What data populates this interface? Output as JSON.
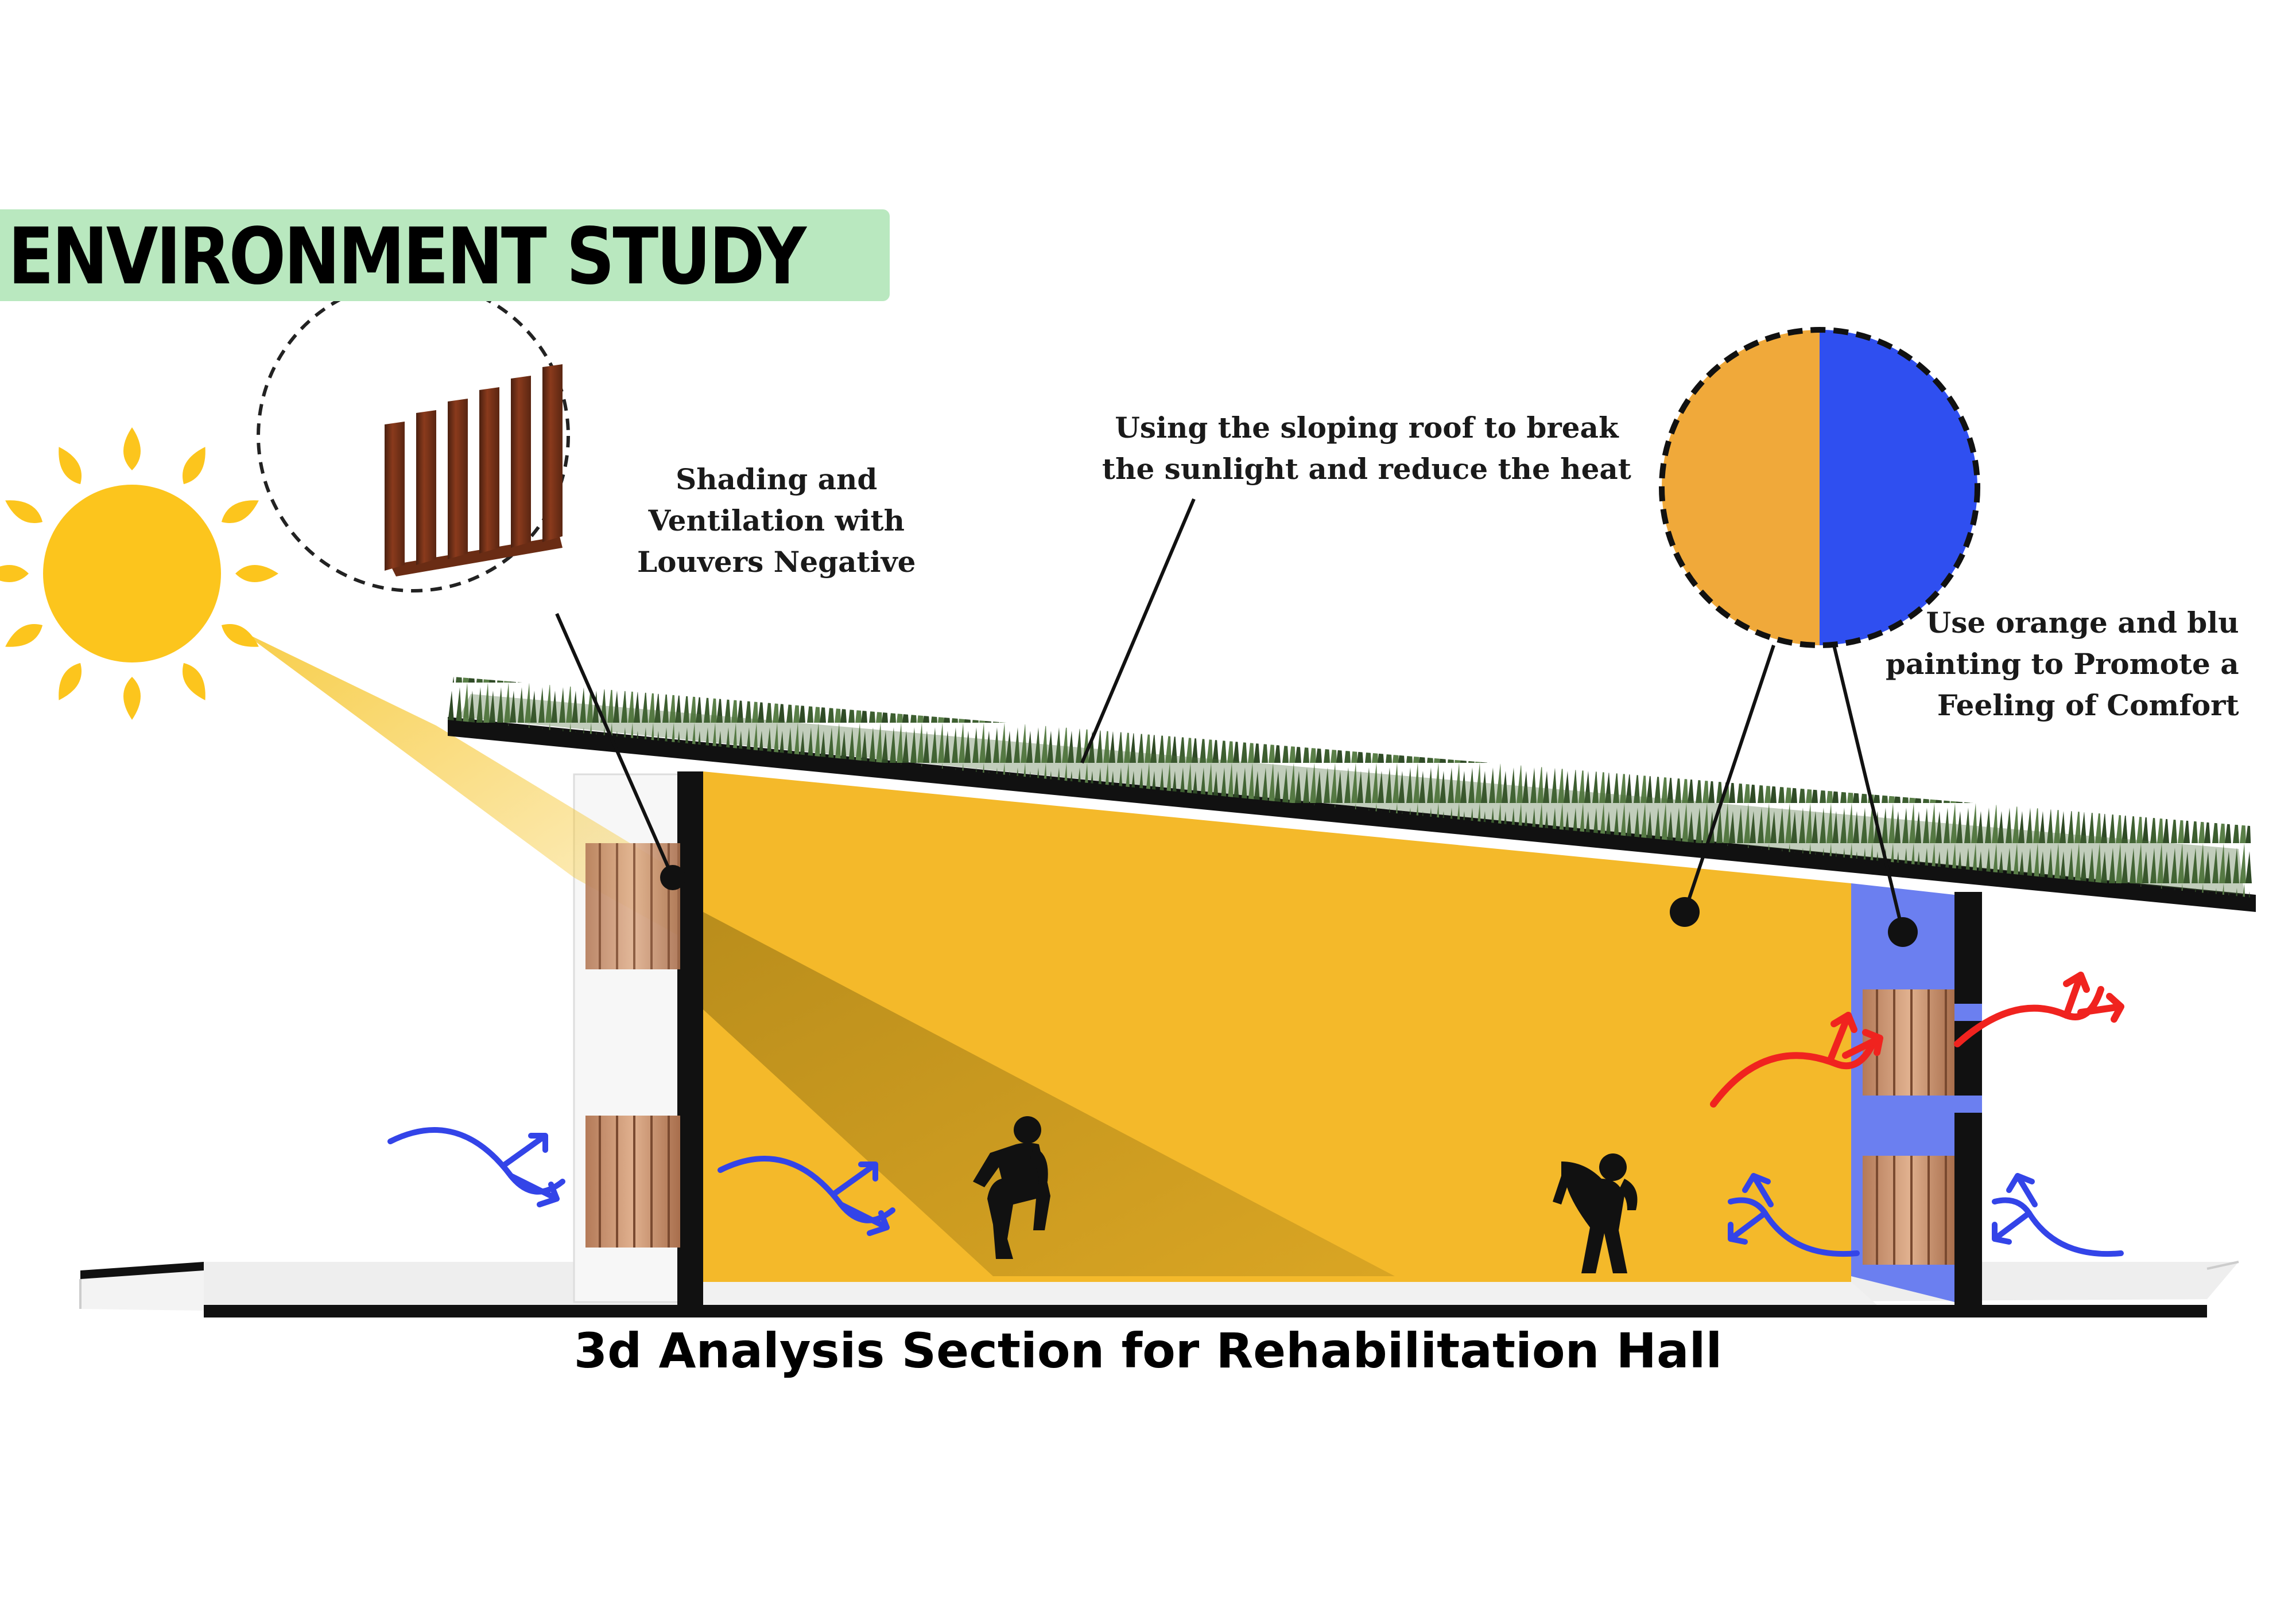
{
  "title": "ENVIRONMENT STUDY",
  "annotations": {
    "louvers": [
      "Shading and",
      "Ventilation with",
      "Louvers  Negative"
    ],
    "roof": [
      "Using the sloping roof to break",
      "the sunlight and reduce the heat"
    ],
    "paint": [
      "Use orange and blu",
      "painting to Promote a",
      "Feeling of Comfort"
    ]
  },
  "caption": "3d Analysis Section for Rehabilitation Hall",
  "colors": {
    "banner": "#b9e8bf",
    "hall_wall": "#f4b92a",
    "paint_orange": "#f0a93a",
    "paint_blue": "#2f4ff0",
    "blue_wall": "#6b7ff0",
    "sun": "#fcc51d",
    "cool_air": "#3344e8",
    "hot_air": "#f0231f",
    "louver": "#c98e6a",
    "roof_grass": "#4c6f3d"
  },
  "icons": {
    "sun": "sun-icon",
    "louver_detail": "louver-detail-icon",
    "paint_detail": "orange-blue-paint-icon",
    "person_exercising": "person-exercising-icon",
    "person_stretching": "person-stretching-icon",
    "cool_airflow": "cool-airflow-arrow-icon",
    "hot_airflow": "hot-airflow-arrow-icon"
  }
}
